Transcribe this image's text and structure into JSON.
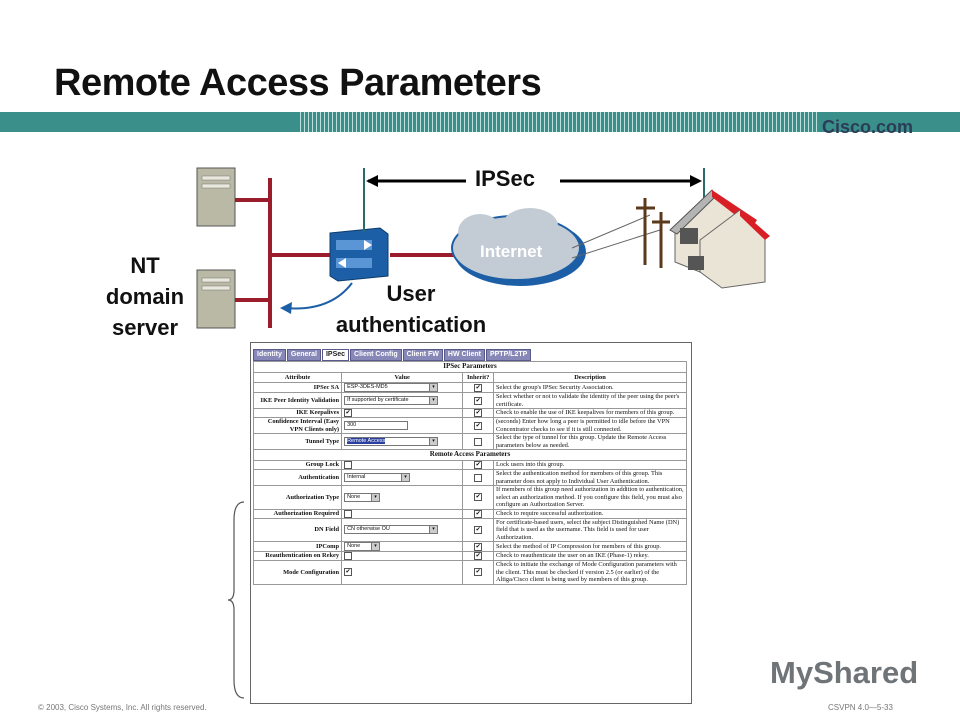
{
  "slide": {
    "title": "Remote Access Parameters",
    "logo_text": "Cisco.com",
    "footer_left": "© 2003, Cisco Systems, Inc. All rights reserved.",
    "footer_right": "CSVPN 4.0—5-33",
    "watermark": "MyShared"
  },
  "diagram": {
    "ipsec_label": "IPSec",
    "internet_label": "Internet",
    "nt_label_lines": [
      "NT",
      "domain",
      "server"
    ],
    "user_auth_lines": [
      "User",
      "authentication"
    ]
  },
  "tabs": [
    "Identity",
    "General",
    "IPSec",
    "Client Config",
    "Client FW",
    "HW Client",
    "PPTP/L2TP"
  ],
  "active_tab": "IPSec",
  "table": {
    "section1": "IPSec Parameters",
    "headers": [
      "Attribute",
      "Value",
      "Inherit?",
      "Description"
    ],
    "rows1": [
      {
        "attr": "IPSec SA",
        "type": "select",
        "value": "ESP-3DES-MD5",
        "inherit": "✔",
        "desc": "Select the group's IPSec Security Association."
      },
      {
        "attr": "IKE Peer Identity Validation",
        "type": "select",
        "value": "If supported by certificate",
        "inherit": "✔",
        "desc": "Select whether or not to validate the identity of the peer using the peer's certificate."
      },
      {
        "attr": "IKE Keepalives",
        "type": "check",
        "value": "✔",
        "inherit": "✔",
        "desc": "Check to enable the use of IKE keepalives for members of this group."
      },
      {
        "attr": "Confidence Interval (Easy VPN Clients only)",
        "type": "text",
        "value": "300",
        "inherit": "✔",
        "desc": "(seconds) Enter how long a peer is permitted to idle before the VPN Concentrator checks to see if it is still connected."
      },
      {
        "attr": "Tunnel Type",
        "type": "select-sel",
        "value": "Remote Access",
        "inherit": "",
        "desc": "Select the type of tunnel for this group. Update the Remote Access parameters below as needed."
      }
    ],
    "section2": "Remote Access Parameters",
    "rows2": [
      {
        "attr": "Group Lock",
        "type": "check",
        "value": "",
        "inherit": "✔",
        "desc": "Lock users into this group."
      },
      {
        "attr": "Authentication",
        "type": "select",
        "value": "Internal",
        "inherit": "",
        "desc": "Select the authentication method for members of this group. This parameter does not apply to Individual User Authentication."
      },
      {
        "attr": "Authorization Type",
        "type": "select",
        "value": "None",
        "inherit": "✔",
        "desc": "If members of this group need authorization in addition to authentication, select an authorization method. If you configure this field, you must also configure an Authorization Server."
      },
      {
        "attr": "Authorization Required",
        "type": "check",
        "value": "",
        "inherit": "✔",
        "desc": "Check to require successful authorization."
      },
      {
        "attr": "DN Field",
        "type": "select",
        "value": "CN otherwise OU",
        "inherit": "✔",
        "desc": "For certificate-based users, select the subject Distinguished Name (DN) field that is used as the username. This field is used for user Authorization."
      },
      {
        "attr": "IPComp",
        "type": "select",
        "value": "None",
        "inherit": "✔",
        "desc": "Select the method of IP Compression for members of this group."
      },
      {
        "attr": "Reauthentication on Rekey",
        "type": "check",
        "value": "",
        "inherit": "✔",
        "desc": "Check to reauthenticate the user on an IKE (Phase-1) rekey."
      },
      {
        "attr": "Mode Configuration",
        "type": "check",
        "value": "✔",
        "inherit": "✔",
        "desc": "Check to initiate the exchange of Mode Configuration parameters with the client. This must be checked if version 2.5 (or earlier) of the Altiga/Cisco client is being used by members of this group."
      }
    ]
  },
  "colors": {
    "band": "#3a8f8a",
    "tab": "#8888b8",
    "router": "#1d5fa6",
    "building_red": "#d81f26"
  }
}
